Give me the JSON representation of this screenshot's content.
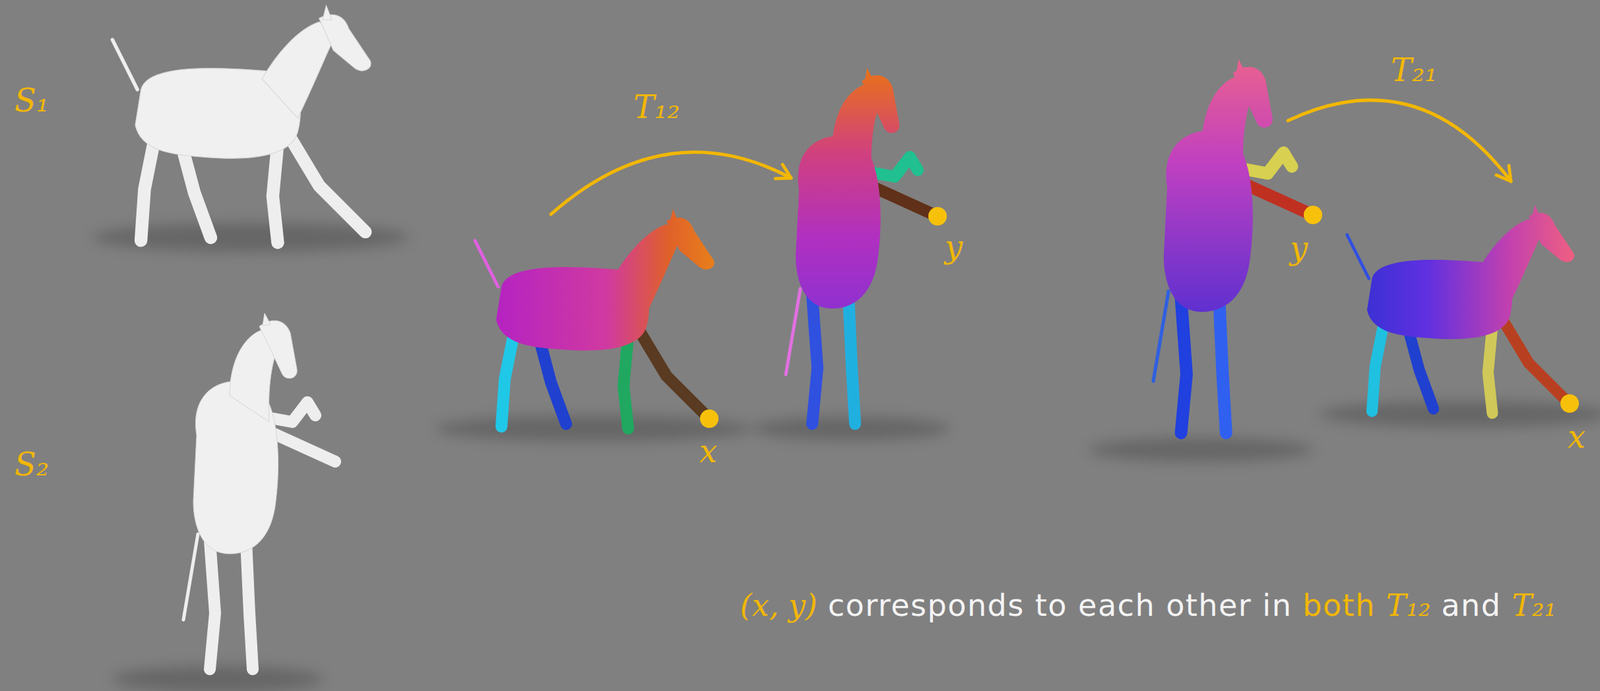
{
  "diagram": {
    "labels": [
      "S₁",
      "S₂",
      "T₁₂",
      "x",
      "y",
      "T₂₁",
      "y",
      "x",
      "(x, y)",
      "corresponds to each other in",
      "both",
      "T₁₂",
      "and",
      "T₂₁"
    ]
  }
}
